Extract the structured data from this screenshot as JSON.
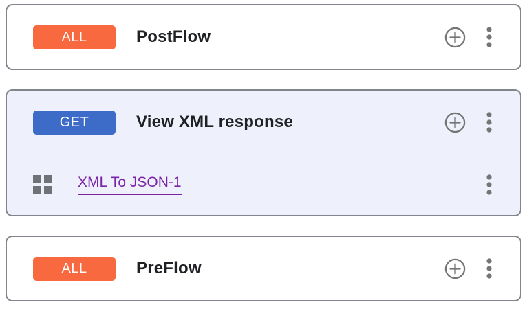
{
  "colors": {
    "card_border": "#80868b",
    "method_all": "#f8693f",
    "method_get": "#3c6bc8",
    "selected_flow_bg": "#eef1fb",
    "policy_link": "#7c24a8",
    "icon_gray": "#757575",
    "title_text": "#202124"
  },
  "flows": [
    {
      "method": "ALL",
      "name": "PostFlow"
    },
    {
      "method": "GET",
      "name": "View XML response",
      "selected": true,
      "policies": [
        {
          "name": "XML To JSON-1"
        }
      ]
    },
    {
      "method": "ALL",
      "name": "PreFlow"
    }
  ],
  "icons": {
    "add": "plus-circle-icon",
    "menu": "kebab-menu-icon",
    "policy_handle": "grid-icon"
  }
}
